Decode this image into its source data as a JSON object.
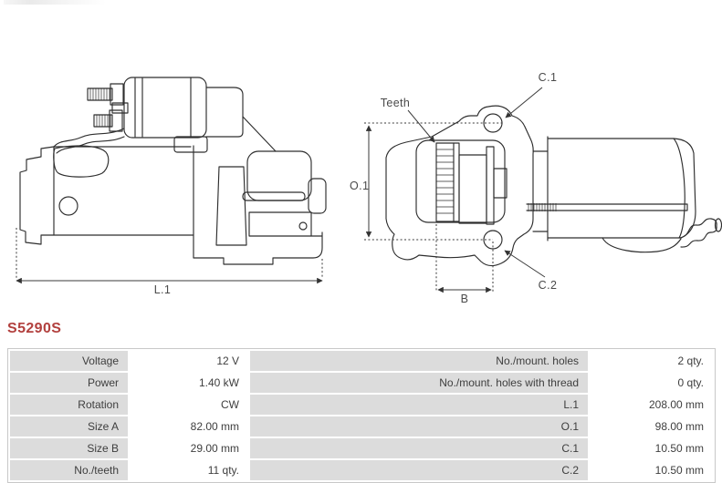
{
  "page": {
    "part_number": "S5290S"
  },
  "drawing": {
    "left": {
      "length_label": "L.1"
    },
    "right": {
      "teeth_label": "Teeth",
      "c1_label": "C.1",
      "c2_label": "C.2",
      "o1_label": "O.1",
      "b_label": "B"
    }
  },
  "specs": {
    "rows": [
      {
        "l1": "Voltage",
        "v1": "12 V",
        "l2": "No./mount. holes",
        "v2": "2 qty."
      },
      {
        "l1": "Power",
        "v1": "1.40 kW",
        "l2": "No./mount. holes with thread",
        "v2": "0 qty."
      },
      {
        "l1": "Rotation",
        "v1": "CW",
        "l2": "L.1",
        "v2": "208.00 mm"
      },
      {
        "l1": "Size A",
        "v1": "82.00 mm",
        "l2": "O.1",
        "v2": "98.00 mm"
      },
      {
        "l1": "Size B",
        "v1": "29.00 mm",
        "l2": "C.1",
        "v2": "10.50 mm"
      },
      {
        "l1": "No./teeth",
        "v1": "11 qty.",
        "l2": "C.2",
        "v2": "10.50 mm"
      }
    ]
  },
  "colors": {
    "accent_red": "#b2403e",
    "label_cell_bg": "#dcdcdc",
    "table_border": "#c8c8c8",
    "drawing_line": "#2e2e2e",
    "dim_text": "#4a4a4a"
  }
}
